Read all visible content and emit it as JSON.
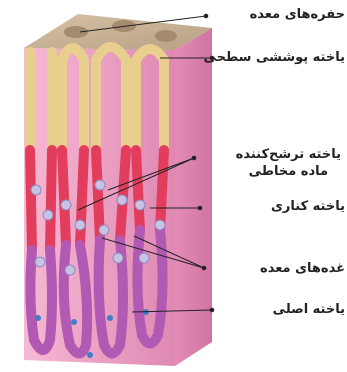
{
  "labels": {
    "gastric_pits": "حفره‌های معده",
    "surface_epithelial_cell": "یاخته پوششی سطحی",
    "mucous_cell_line1": "یاخته ترشح‌کننده",
    "mucous_cell_line2": "ماده مخاطی",
    "parietal_cell": "یاخته کناری",
    "gastric_glands": "غده‌های معده",
    "chief_cell": "یاخته اصلی"
  },
  "colors": {
    "tissue_pink": "#f2a7c8",
    "tissue_pink_dark": "#e184b0",
    "top_surface": "#c9b49a",
    "epithelium_tan": "#e9cf8e",
    "mucous_red": "#e23d5c",
    "chief_purple": "#b259b3",
    "parietal_lilac": "#c7c3e3",
    "nucleus_blue": "#3d7fc6",
    "leader_line": "#222222"
  }
}
